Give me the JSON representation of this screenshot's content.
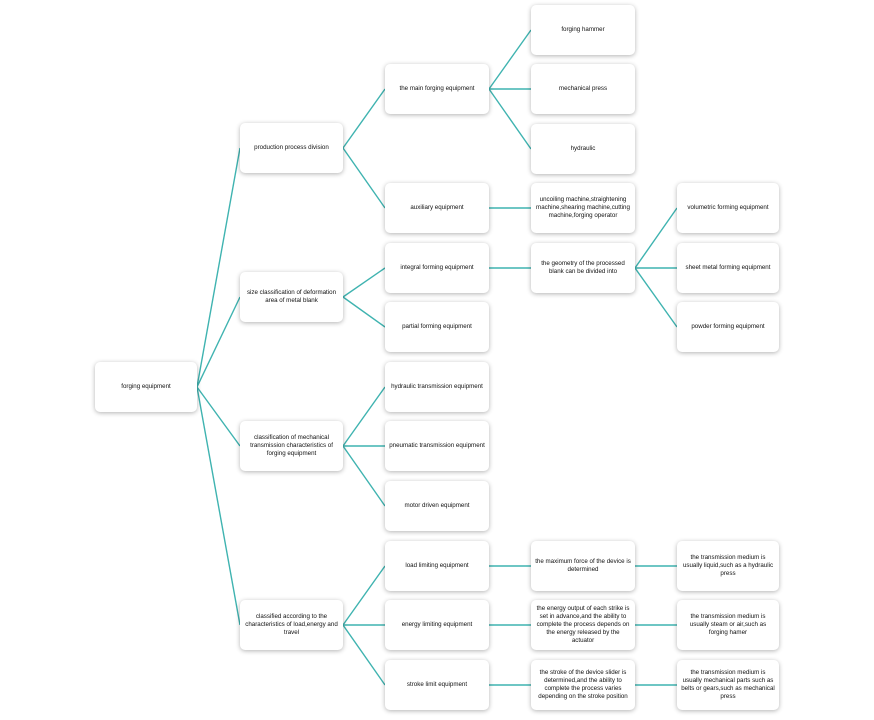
{
  "accent_color": "#3fb3b0",
  "root": "forging equipment",
  "branches": {
    "production": "production process division",
    "size": "size classification of deformation area of metal blank",
    "transmission": "classification of mechanical transmission characteristics of forging equipment",
    "load": "classified according to the characteristics of load,energy and travel"
  },
  "level2": {
    "main_forging": "the main forging equipment",
    "auxiliary": "auxiliary equipment",
    "integral": "integral forming equipment",
    "partial": "partial forming equipment",
    "hydraulic_transmission": "hydraulic transmission equipment",
    "pneumatic_transmission": "pneumatic transmission equipment",
    "motor_driven": "motor driven equipment",
    "load_limiting": "load limiting equipment",
    "energy_limiting": "energy limiting equipment",
    "stroke_limit": "stroke limit equipment"
  },
  "level3": {
    "forging_hammer": "forging hammer",
    "mechanical_press": "mechanical press",
    "hydraulic": "hydraulic",
    "auxiliary_detail": "uncoiling machine,straightening machine,shearing machine,cutting machine,forging operator",
    "geometry": "the geometry of the processed blank can be divided into",
    "max_force": "the maximum force of the device is determined",
    "energy_output": "the energy output of each strike is set in advance,and the ability to complete the process depends on the energy released by the actuator",
    "stroke_desc": "the stroke of the device slider is determined,and the ability to complete the process varies depending on the stroke position"
  },
  "level4": {
    "volumetric": "volumetric forming equipment",
    "sheet_metal": "sheet metal forming equipment",
    "powder": "powder forming equipment",
    "liquid_medium": "the transmission medium is usually liquid,such as a hydraulic press",
    "steam_medium": "the transmission medium is usually steam or air,such as forging hamer",
    "mechanical_medium": "the transmission medium is usually mechanical parts such as belts or gears,such as mechanical press"
  }
}
